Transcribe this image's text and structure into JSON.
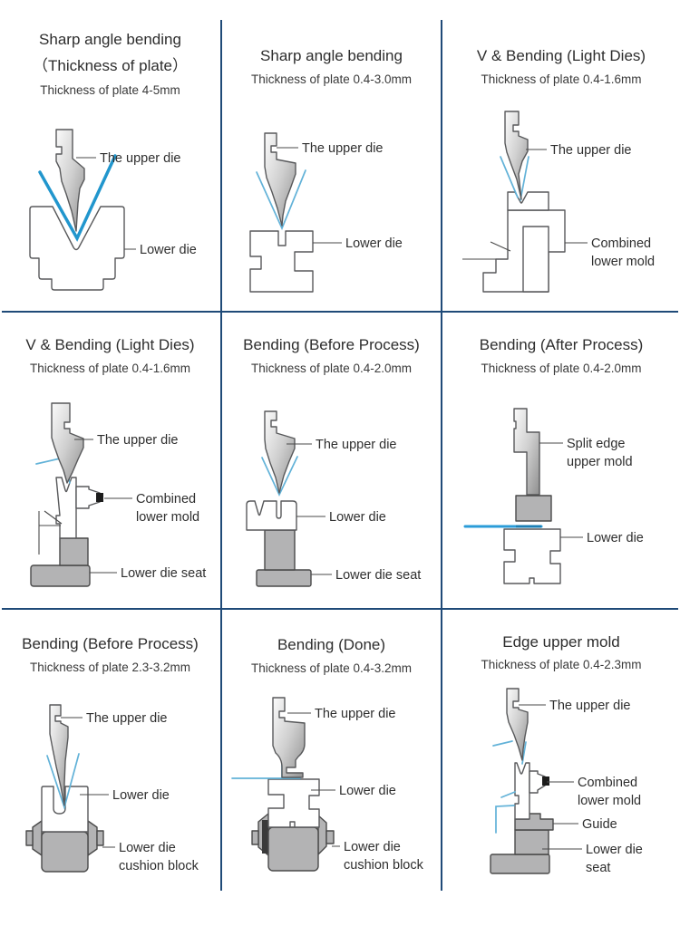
{
  "page": {
    "background": "#ffffff",
    "colors": {
      "divider": "#1f4a78",
      "plate_blue_thick": "#2196cd",
      "plate_blue_thin": "#62b2d8",
      "die_gray": "#b3b3b4",
      "outline_gray": "#58595b",
      "text": "#2e2e2e"
    }
  },
  "cells": [
    {
      "id": "sharp-angle-bending-thick-plate",
      "title": "Sharp angle bending",
      "title2": "（Thickness of plate）",
      "subtitle": "Thickness of plate 4-5mm",
      "labels": {
        "upper": "The upper die",
        "lower": "Lower die"
      }
    },
    {
      "id": "sharp-angle-bending",
      "title": "Sharp angle bending",
      "subtitle": "Thickness of plate 0.4-3.0mm",
      "labels": {
        "upper": "The upper die",
        "lower": "Lower die"
      }
    },
    {
      "id": "v-bending-light-dies-a",
      "title": "V & Bending (Light Dies)",
      "subtitle": "Thickness of plate 0.4-1.6mm",
      "labels": {
        "upper": "The upper die",
        "combined1": "Combined",
        "combined2": "lower mold"
      }
    },
    {
      "id": "v-bending-light-dies-b",
      "title": "V & Bending (Light Dies)",
      "subtitle": "Thickness of plate 0.4-1.6mm",
      "labels": {
        "upper": "The upper die",
        "combined1": "Combined",
        "combined2": "lower mold",
        "seat": "Lower die seat"
      }
    },
    {
      "id": "bending-before-process-thin",
      "title": "Bending (Before Process)",
      "subtitle": "Thickness of plate 0.4-2.0mm",
      "labels": {
        "upper": "The upper die",
        "lower": "Lower die",
        "seat": "Lower die seat"
      }
    },
    {
      "id": "bending-after-process",
      "title": "Bending (After Process)",
      "subtitle": "Thickness of plate 0.4-2.0mm",
      "labels": {
        "split1": "Split edge",
        "split2": "upper mold",
        "lower": "Lower die"
      }
    },
    {
      "id": "bending-before-process-thick",
      "title": "Bending (Before Process)",
      "subtitle": "Thickness of plate 2.3-3.2mm",
      "labels": {
        "upper": "The upper die",
        "lower": "Lower die",
        "cushion1": "Lower die",
        "cushion2": "cushion block"
      }
    },
    {
      "id": "bending-done",
      "title": "Bending (Done)",
      "subtitle": "Thickness of plate 0.4-3.2mm",
      "labels": {
        "upper": "The upper die",
        "lower": "Lower die",
        "cushion1": "Lower die",
        "cushion2": "cushion block"
      }
    },
    {
      "id": "edge-upper-mold",
      "title": "Edge upper mold",
      "subtitle": "Thickness of plate 0.4-2.3mm",
      "labels": {
        "upper": "The upper die",
        "combined1": "Combined",
        "combined2": "lower mold",
        "guide": "Guide",
        "seat1": "Lower die",
        "seat2": "seat"
      }
    }
  ]
}
